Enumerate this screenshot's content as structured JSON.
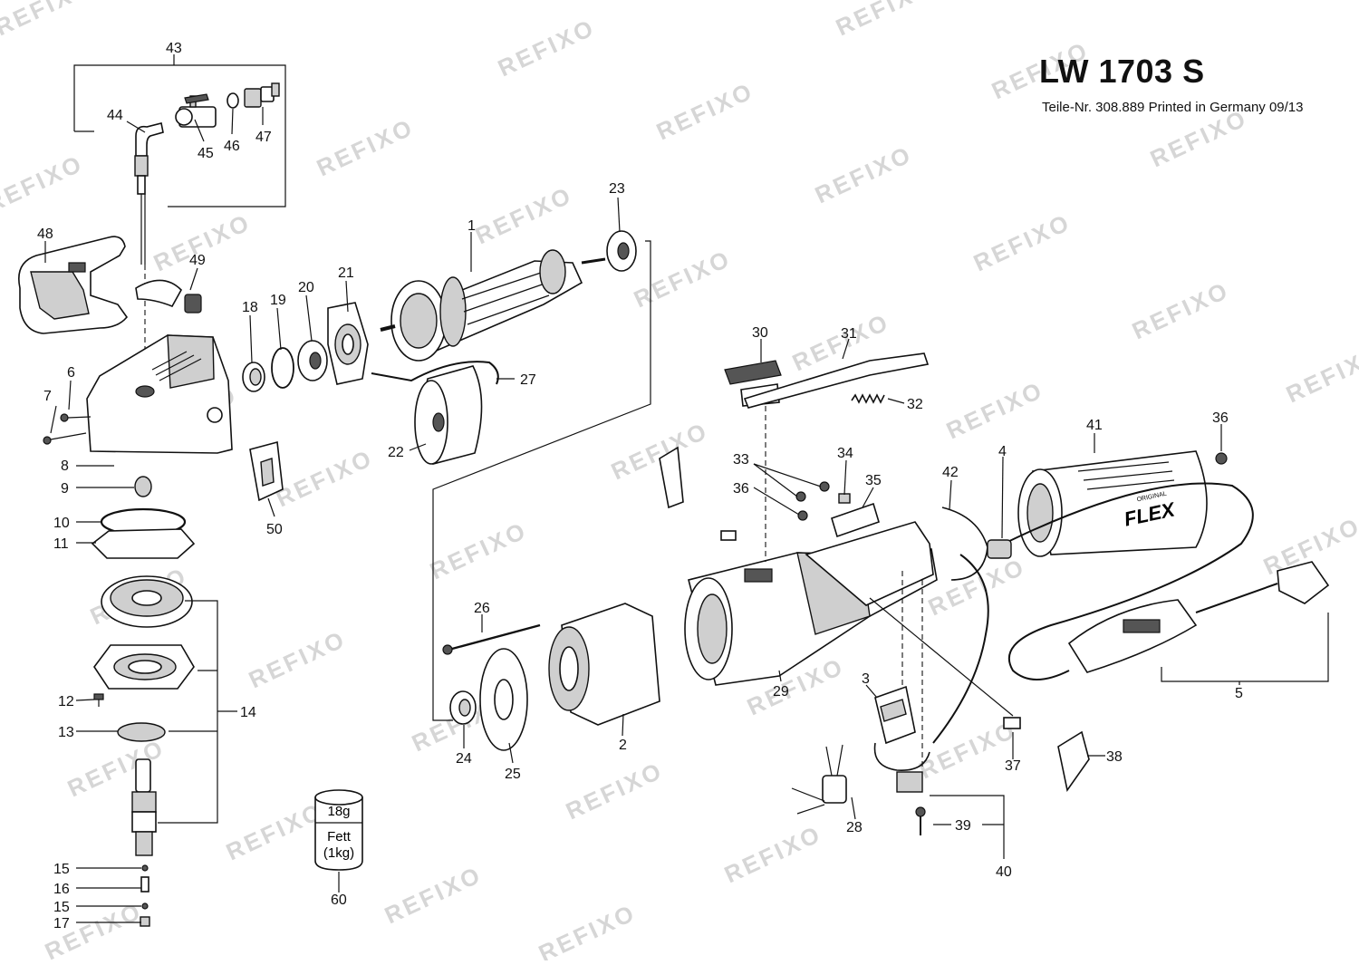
{
  "header": {
    "title": "LW 1703 S",
    "subtitle": "Teile-Nr. 308.889 Printed in Germany 09/13"
  },
  "watermark": {
    "text": "REFIXO",
    "color": "#d6d6d6"
  },
  "grease_can": {
    "line1": "18g",
    "line2": "Fett",
    "line3": "(1kg)"
  },
  "brand_logo": {
    "text": "FLEX",
    "small": "ORIGINAL"
  },
  "part_numbers": {
    "p1": "1",
    "p2": "2",
    "p3": "3",
    "p4": "4",
    "p5": "5",
    "p6": "6",
    "p7": "7",
    "p8": "8",
    "p9": "9",
    "p10": "10",
    "p11": "11",
    "p12": "12",
    "p13": "13",
    "p14": "14",
    "p15a": "15",
    "p15b": "15",
    "p16": "16",
    "p17": "17",
    "p18": "18",
    "p19": "19",
    "p20": "20",
    "p21": "21",
    "p22": "22",
    "p23": "23",
    "p24": "24",
    "p25": "25",
    "p26": "26",
    "p27": "27",
    "p28": "28",
    "p29": "29",
    "p30": "30",
    "p31": "31",
    "p32": "32",
    "p33": "33",
    "p34": "34",
    "p35": "35",
    "p36a": "36",
    "p36b": "36",
    "p37": "37",
    "p38": "38",
    "p39": "39",
    "p40": "40",
    "p41": "41",
    "p42": "42",
    "p43": "43",
    "p44": "44",
    "p45": "45",
    "p46": "46",
    "p47": "47",
    "p48": "48",
    "p49": "49",
    "p50": "50",
    "p60": "60"
  }
}
